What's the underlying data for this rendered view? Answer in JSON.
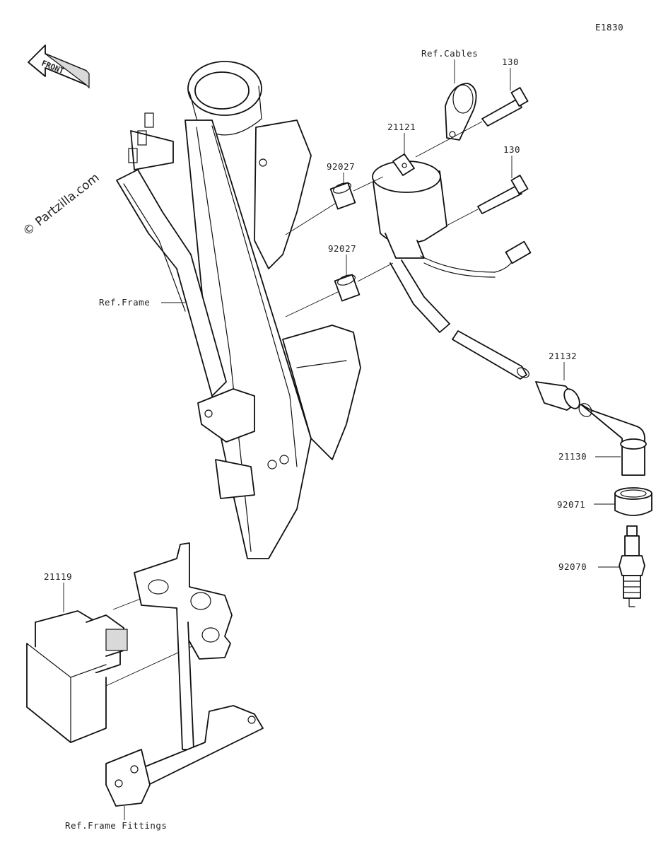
{
  "diagram": {
    "code": "E1830",
    "front_label": "FRONT",
    "watermark": "© Partzilla.com",
    "labels": {
      "ref_cables": "Ref.Cables",
      "bolt_top": "130",
      "bolt_mid": "130",
      "coil": "21121",
      "collar_upper": "92027",
      "collar_lower": "92027",
      "ref_frame": "Ref.Frame",
      "boot_joint": "21132",
      "plug_cap": "21130",
      "seal": "92071",
      "spark_plug": "92070",
      "cdi_unit": "21119",
      "ref_frame_fittings": "Ref.Frame Fittings"
    }
  }
}
